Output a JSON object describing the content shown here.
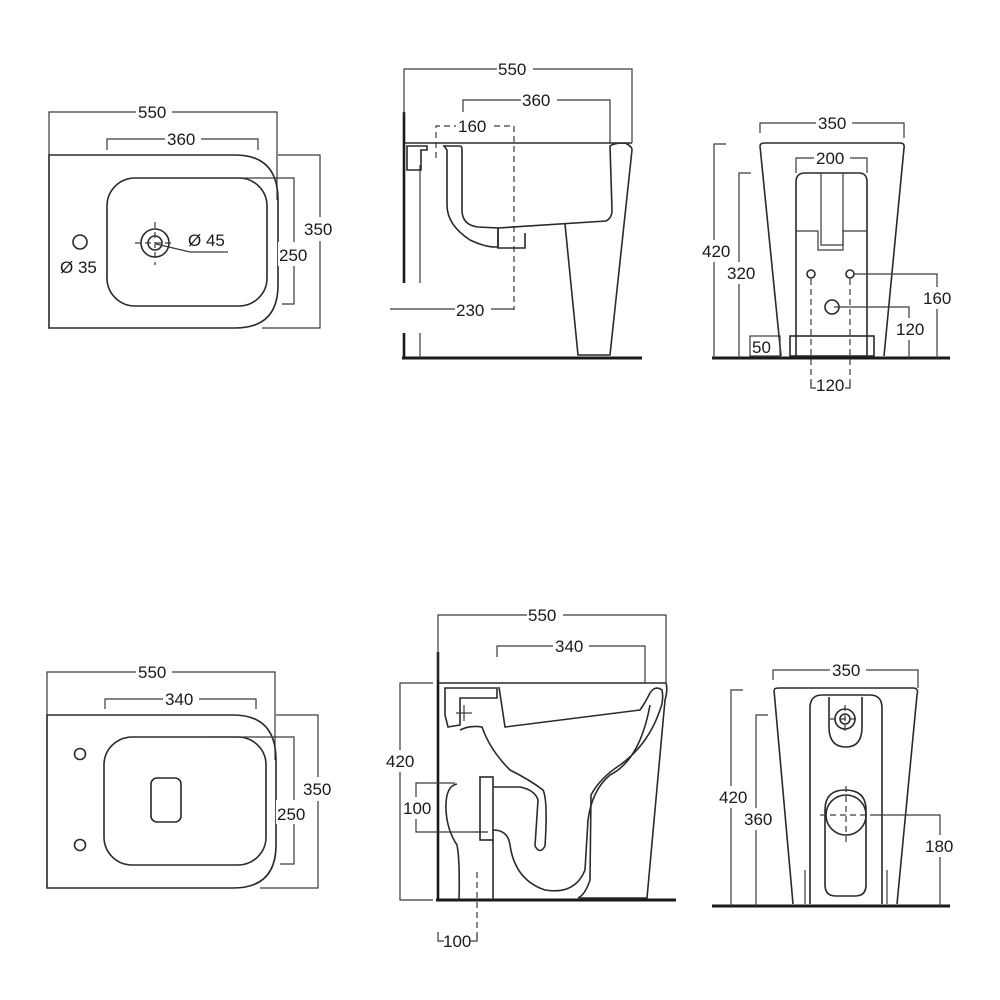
{
  "drawing": {
    "title": "",
    "units": "mm",
    "colors": {
      "line": "#2a2a2a",
      "background": "#ffffff"
    }
  },
  "basin": {
    "plan": {
      "overall_width": "550",
      "bowl_width": "360",
      "overall_depth": "350",
      "bowl_depth": "250",
      "tap_hole": "Ø 35",
      "waste": "Ø 45"
    },
    "side": {
      "overall_width": "550",
      "bowl_width": "360",
      "waste_offset": "160",
      "waste_height": "230"
    },
    "front": {
      "overall_width": "350",
      "cutout_width": "200",
      "overall_height": "420",
      "rim_height": "320",
      "fixing_height": "160",
      "waste_height": "120",
      "plinth_height": "50",
      "fixing_spacing": "120"
    }
  },
  "toilet": {
    "plan": {
      "overall_width": "550",
      "bowl_width": "340",
      "overall_depth": "350",
      "bowl_depth": "250"
    },
    "side": {
      "overall_width": "550",
      "bowl_width": "340",
      "overall_height": "420",
      "outlet_height": "100",
      "outlet_offset": "100"
    },
    "rear": {
      "overall_width": "350",
      "overall_height": "420",
      "rim_height": "360",
      "outlet_height": "180"
    }
  }
}
